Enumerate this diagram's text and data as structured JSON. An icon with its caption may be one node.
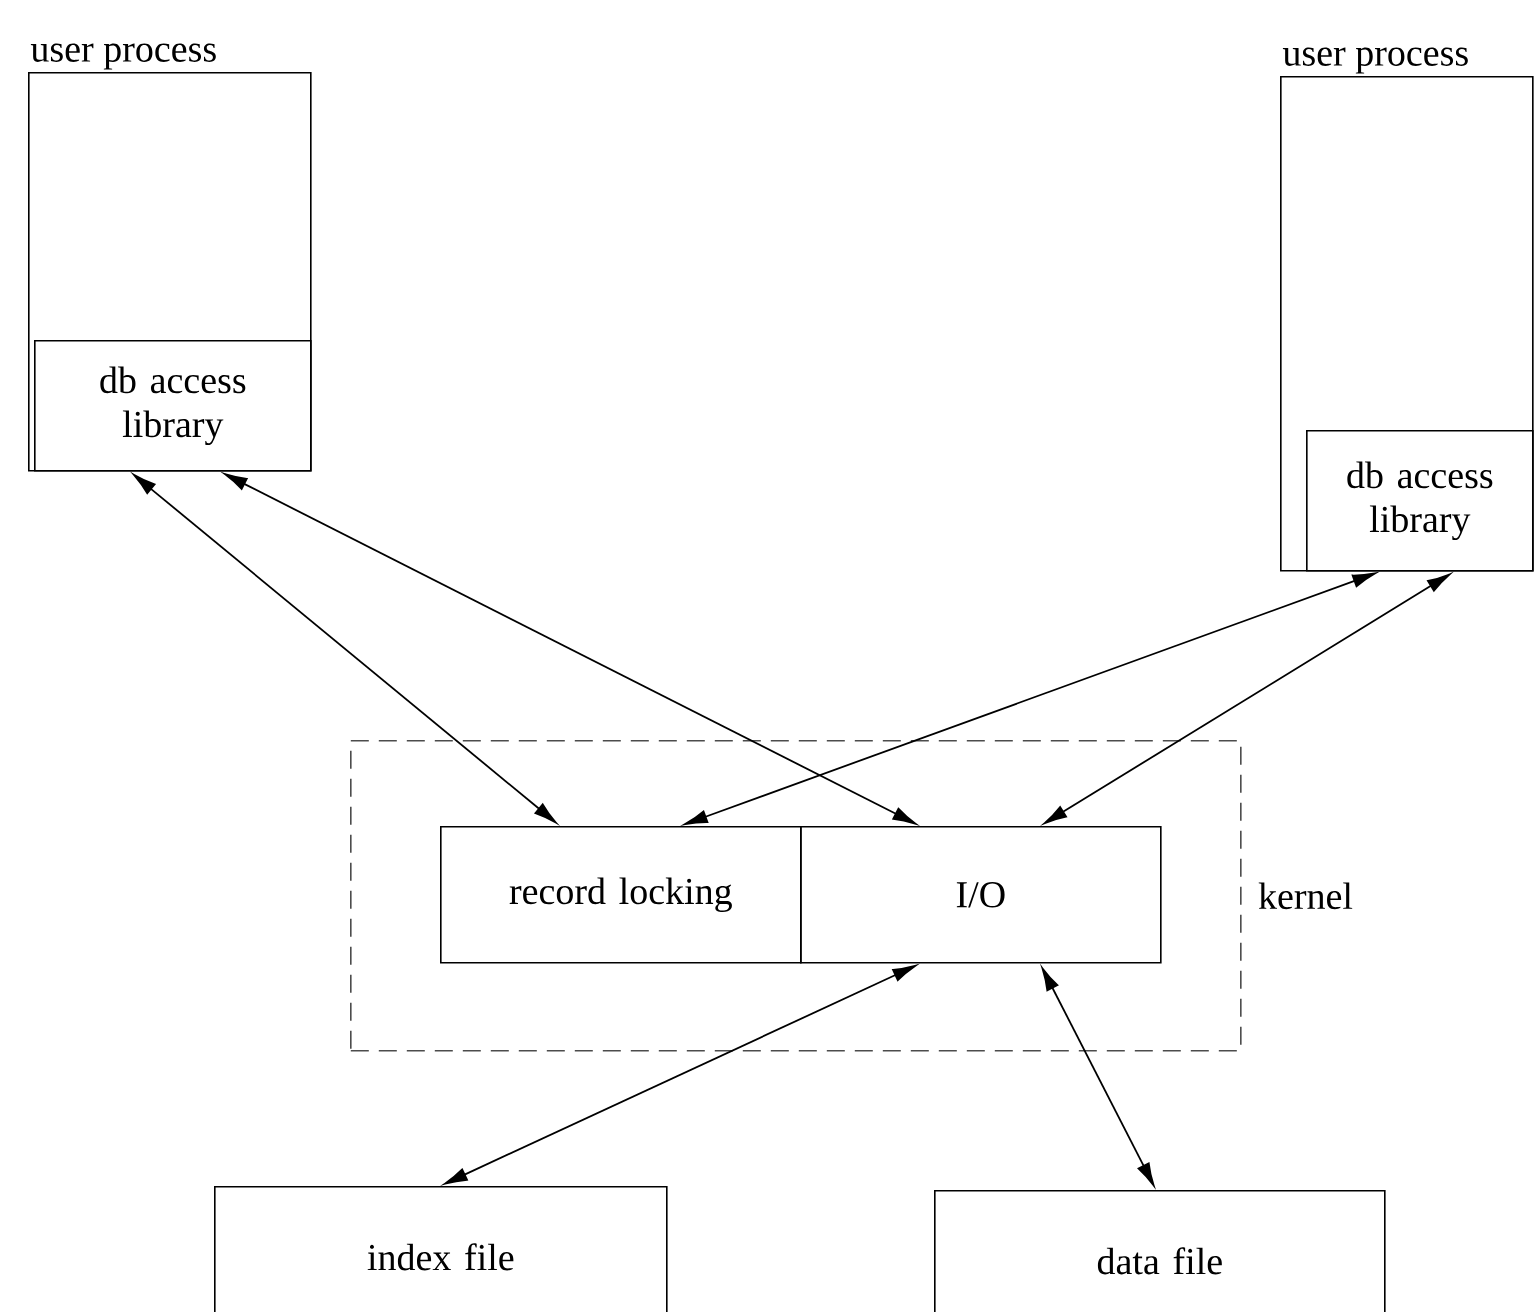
{
  "diagram": {
    "nodes": [
      {
        "text": [
          "user process"
        ]
      },
      {
        "text": [
          "db access library"
        ],
        "in": 0
      },
      {
        "text": [
          "user process"
        ]
      },
      {
        "text": [
          "db access library"
        ],
        "in": 2
      },
      {
        "text": [
          "kernel"
        ]
      },
      {
        "text": [
          "record locking"
        ],
        "in": 4
      },
      {
        "text": [
          "I/O"
        ],
        "in": 4
      },
      {
        "text": [
          "index file"
        ]
      },
      {
        "text": [
          "data file"
        ]
      }
    ],
    "edges": [
      {
        "from": 1,
        "to": 5,
        "arrow": "both"
      },
      {
        "from": 1,
        "to": 6,
        "arrow": "both"
      },
      {
        "from": 3,
        "to": 5,
        "arrow": "both"
      },
      {
        "from": 3,
        "to": 6,
        "arrow": "both"
      },
      {
        "from": 6,
        "to": 7,
        "arrow": "both"
      },
      {
        "from": 6,
        "to": 8,
        "arrow": "both"
      }
    ]
  }
}
